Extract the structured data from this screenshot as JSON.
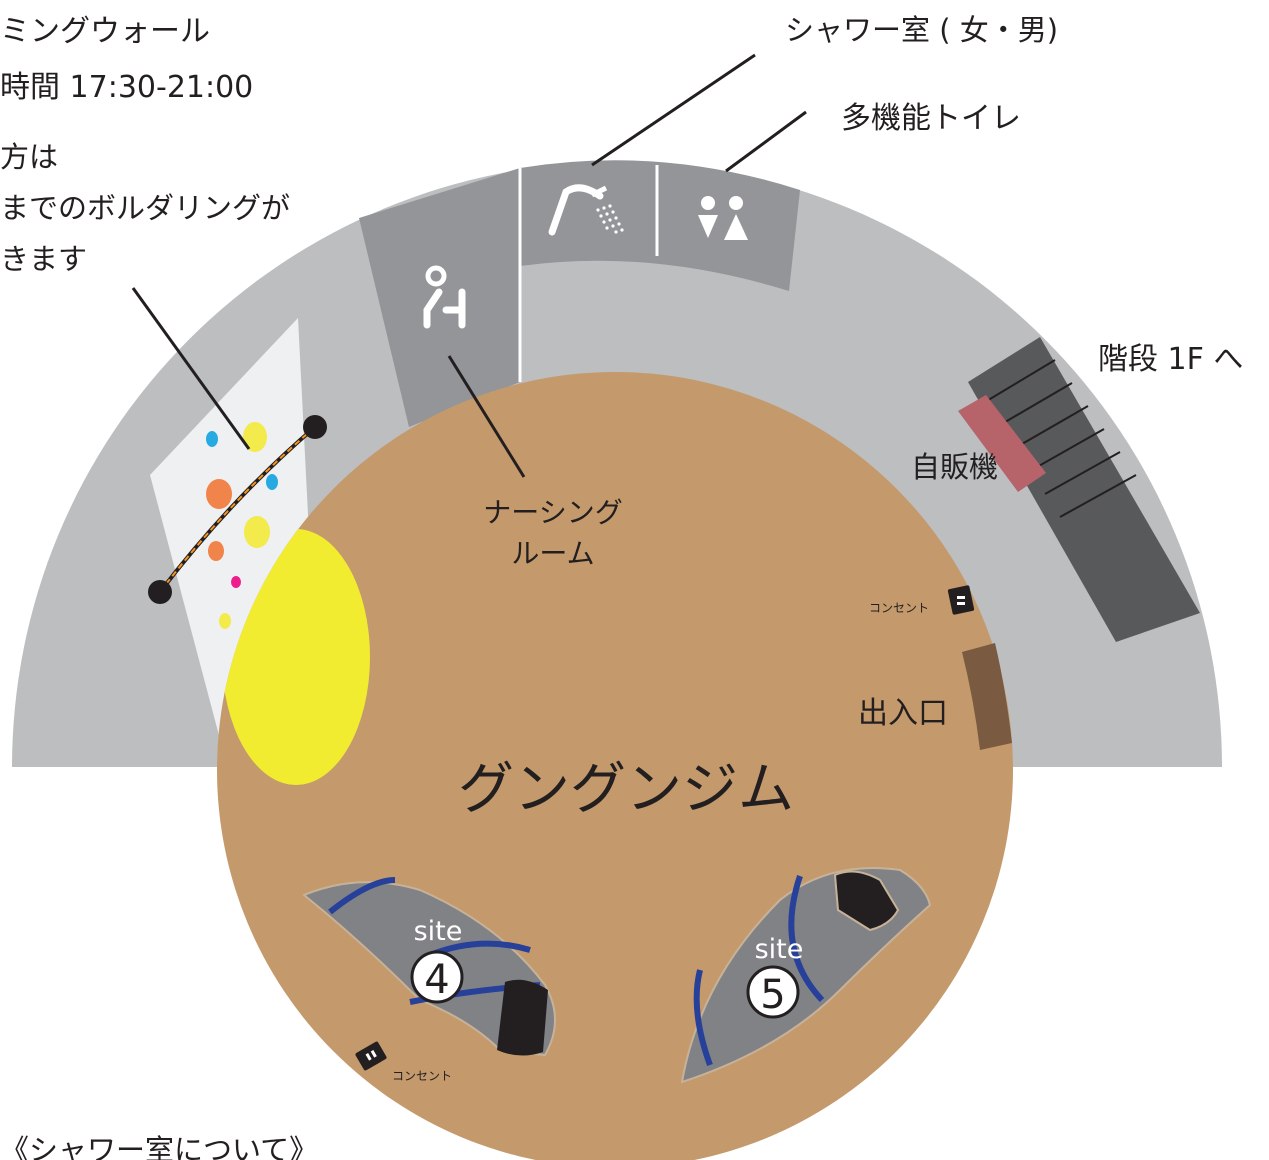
{
  "labels": {
    "climbing_title": "ミングウォール",
    "climbing_hours": "時間 17:30-21:00",
    "climbing_note_1": "方は",
    "climbing_note_2": "までのボルダリングが",
    "climbing_note_3": "きます",
    "shower": "シャワー室 ( 女・男)",
    "multi_toilet": "多機能トイレ",
    "stairs": "階段 1F へ",
    "vending": "自販機",
    "nursing_1": "ナーシング",
    "nursing_2": "ルーム",
    "outlet_right": "コンセント",
    "outlet_bottom": "コンセント",
    "entrance": "出入口",
    "gym_name": "グングンジム",
    "site4_word": "site",
    "site4_num": "4",
    "site5_word": "site",
    "site5_num": "5",
    "footer_note": "《シャワー室について》"
  },
  "icons": {
    "nursing": "nursing-room-icon",
    "shower": "shower-icon",
    "toilet": "multi-toilet-icon"
  },
  "colors": {
    "outer_ring": "#bcbec0",
    "rooms": "#939598",
    "gym_floor": "#c49a6c",
    "stairs": "#58595b",
    "vending": "#b6646a",
    "entrance": "#7a5a40",
    "spotlight": "#f2ec30",
    "wall_panel": "#eff0f1",
    "tent_gray": "#808285",
    "tent_blue": "#27409a",
    "tent_dark": "#231f20"
  }
}
